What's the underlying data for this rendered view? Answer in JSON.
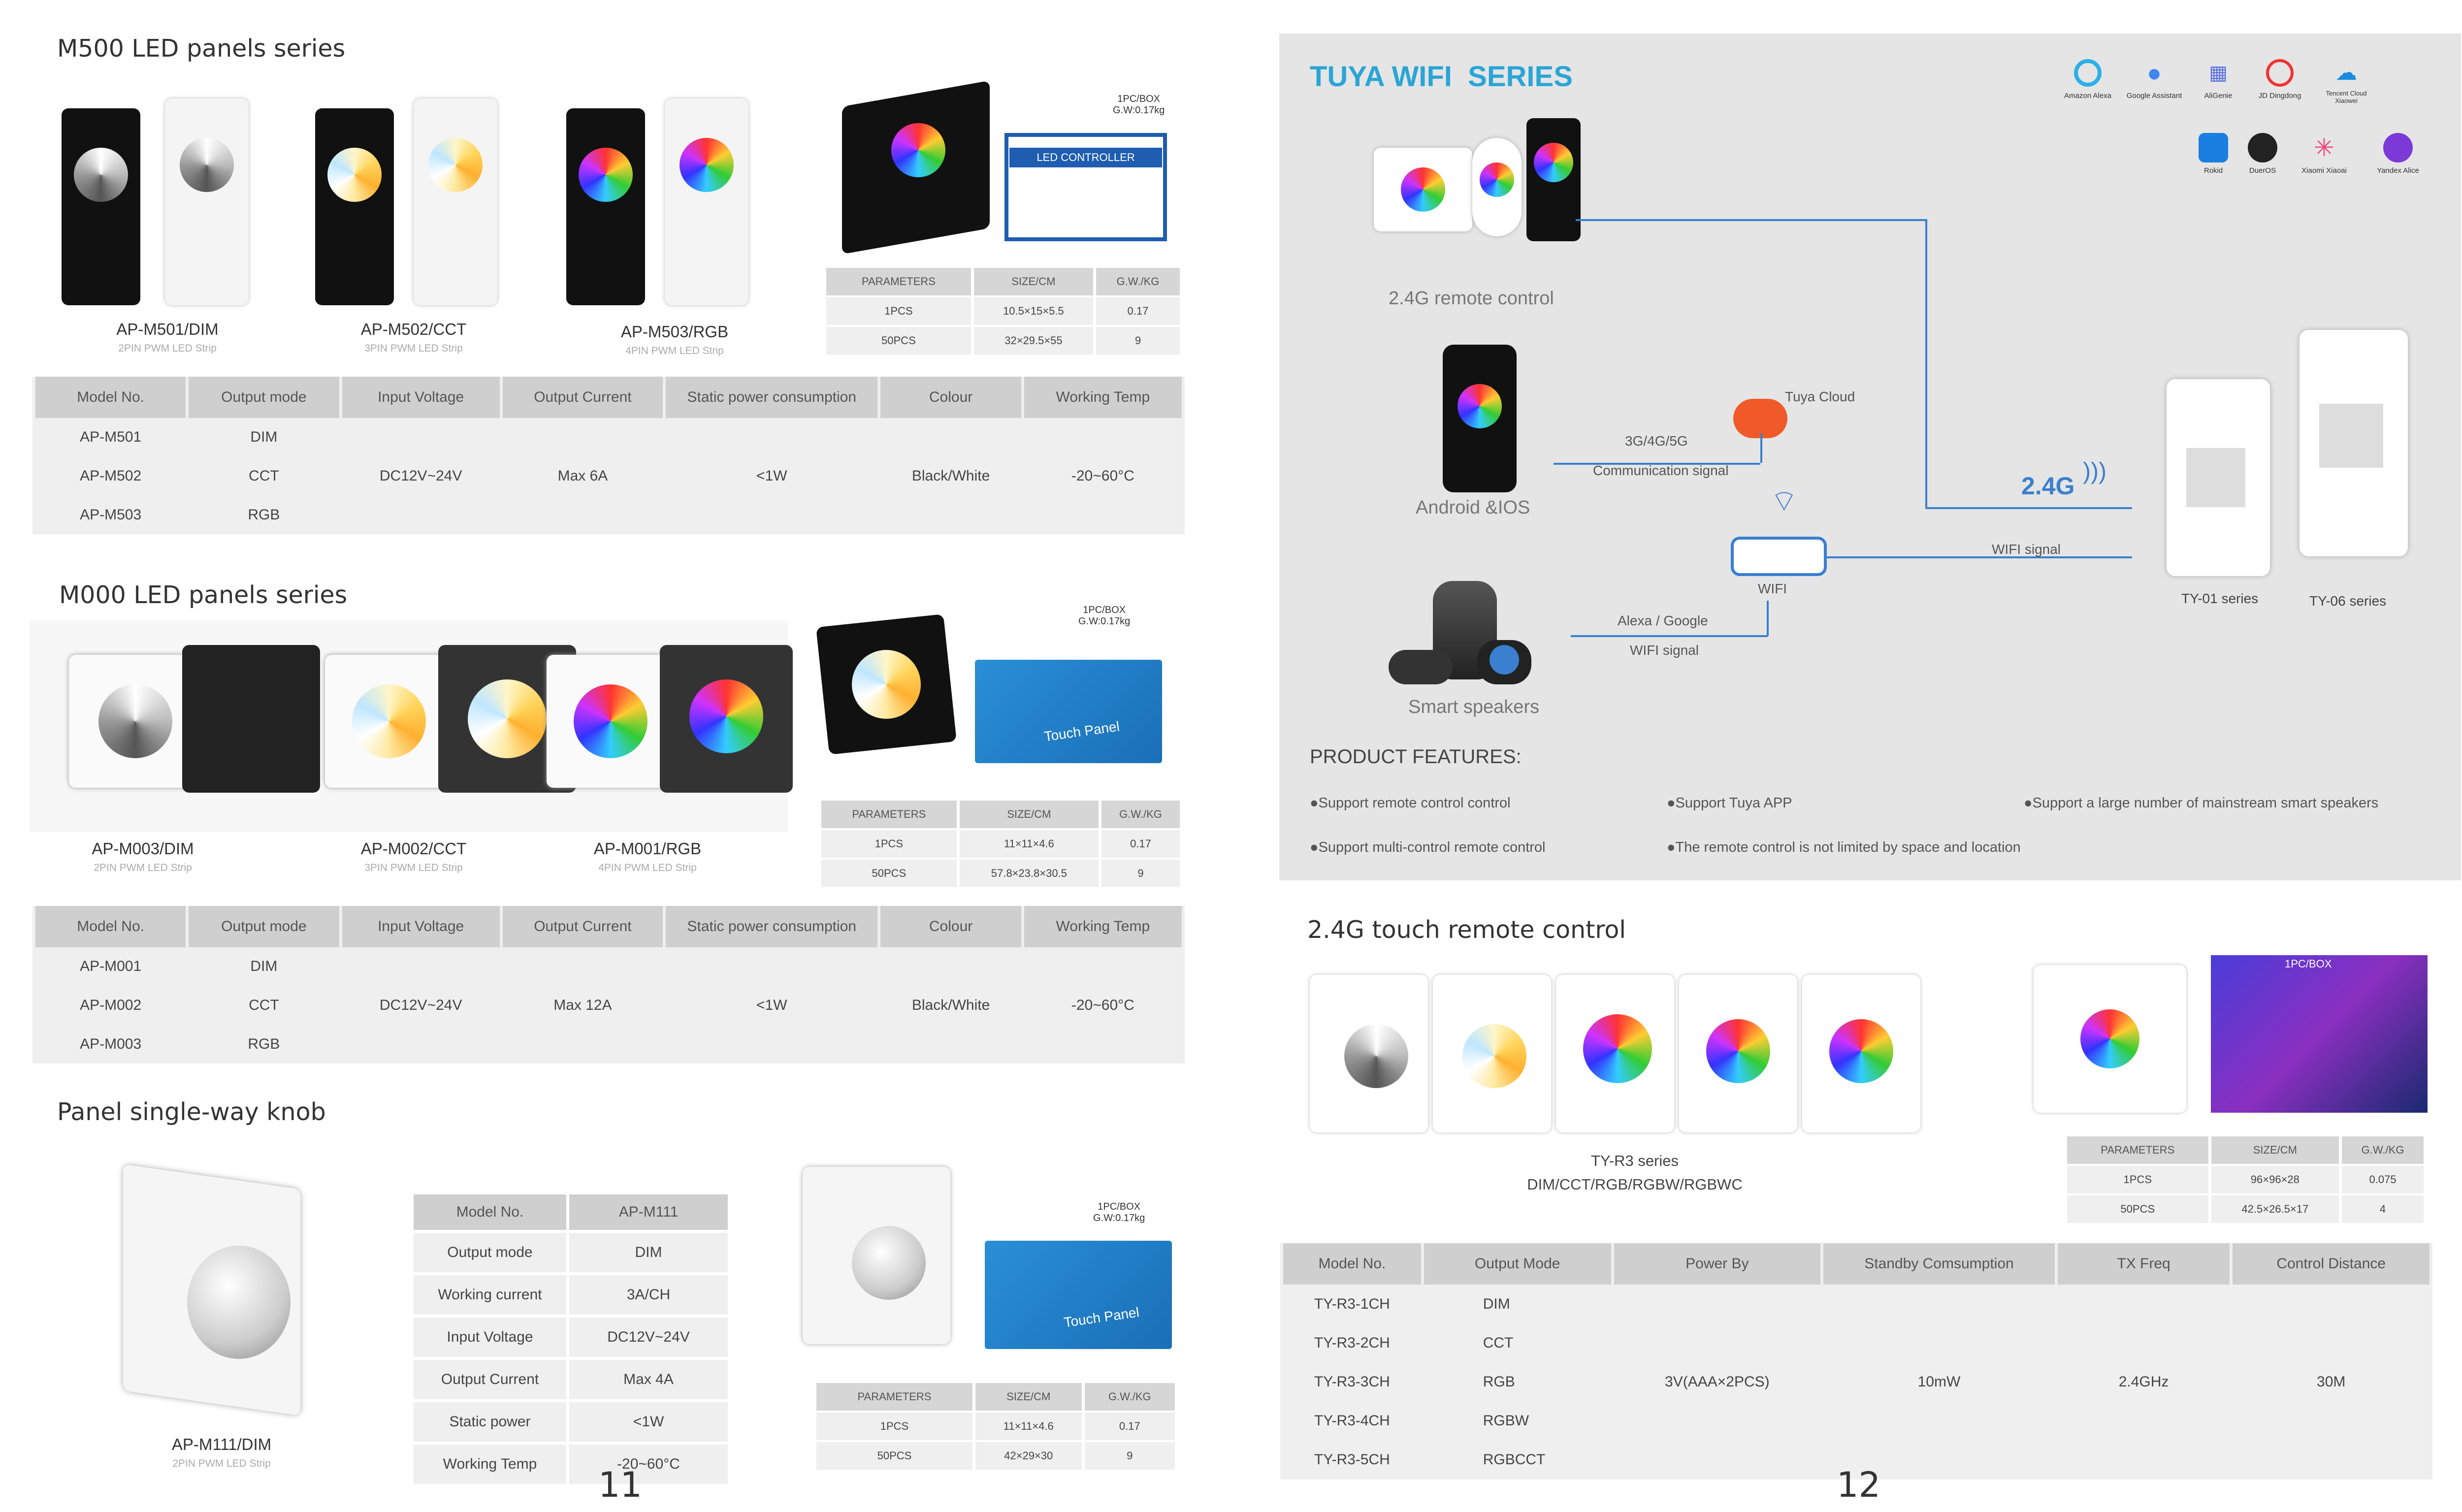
{
  "left": {
    "m500": {
      "title": "M500 LED panels series",
      "products": [
        {
          "model": "AP-M501/DIM",
          "sub": "2PIN PWM LED Strip"
        },
        {
          "model": "AP-M502/CCT",
          "sub": "3PIN PWM LED Strip"
        },
        {
          "model": "AP-M503/RGB",
          "sub": "4PIN PWM LED Strip"
        }
      ],
      "pack": {
        "box": "1PC/BOX",
        "gw": "G.W:0.17kg",
        "box_label": "LED CONTROLLER",
        "headers": [
          "PARAMETERS",
          "SIZE/CM",
          "G.W./KG"
        ],
        "rows": [
          [
            "1PCS",
            "10.5×15×5.5",
            "0.17"
          ],
          [
            "50PCS",
            "32×29.5×55",
            "9"
          ]
        ]
      },
      "spec": {
        "headers": [
          "Model No.",
          "Output mode",
          "Input Voltage",
          "Output Current",
          "Static power consumption",
          "Colour",
          "Working Temp"
        ],
        "models": [
          "AP-M501",
          "AP-M502",
          "AP-M503"
        ],
        "modes": [
          "DIM",
          "CCT",
          "RGB"
        ],
        "voltage": "DC12V~24V",
        "current": "Max 6A",
        "static": "<1W",
        "colour": "Black/White",
        "temp": "-20~60°C"
      }
    },
    "m000": {
      "title": "M000 LED panels series",
      "products": [
        {
          "model": "AP-M003/DIM",
          "sub": "2PIN PWM LED Strip"
        },
        {
          "model": "AP-M002/CCT",
          "sub": "3PIN PWM LED Strip"
        },
        {
          "model": "AP-M001/RGB",
          "sub": "4PIN PWM LED Strip"
        }
      ],
      "pack": {
        "box": "1PC/BOX",
        "gw": "G.W:0.17kg",
        "box_label": "Touch Panel",
        "headers": [
          "PARAMETERS",
          "SIZE/CM",
          "G.W./KG"
        ],
        "rows": [
          [
            "1PCS",
            "11×11×4.6",
            "0.17"
          ],
          [
            "50PCS",
            "57.8×23.8×30.5",
            "9"
          ]
        ]
      },
      "spec": {
        "headers": [
          "Model No.",
          "Output mode",
          "Input Voltage",
          "Output Current",
          "Static power consumption",
          "Colour",
          "Working Temp"
        ],
        "models": [
          "AP-M001",
          "AP-M002",
          "AP-M003"
        ],
        "modes": [
          "DIM",
          "CCT",
          "RGB"
        ],
        "voltage": "DC12V~24V",
        "current": "Max 12A",
        "static": "<1W",
        "colour": "Black/White",
        "temp": "-20~60°C"
      }
    },
    "knob": {
      "title": "Panel single-way knob",
      "model": "AP-M111/DIM",
      "sub": "2PIN PWM LED Strip",
      "rows": [
        [
          "Model No.",
          "AP-M111"
        ],
        [
          "Output mode",
          "DIM"
        ],
        [
          "Working current",
          "3A/CH"
        ],
        [
          "Input Voltage",
          "DC12V~24V"
        ],
        [
          "Output Current",
          "Max 4A"
        ],
        [
          "Static power",
          "<1W"
        ],
        [
          "Working Temp",
          "-20~60°C"
        ]
      ],
      "pack": {
        "box": "1PC/BOX",
        "gw": "G.W:0.17kg",
        "box_label": "Touch Panel",
        "headers": [
          "PARAMETERS",
          "SIZE/CM",
          "G.W./KG"
        ],
        "rows": [
          [
            "1PCS",
            "11×11×4.6",
            "0.17"
          ],
          [
            "50PCS",
            "42×29×30",
            "9"
          ]
        ]
      }
    },
    "page_number": "11"
  },
  "right": {
    "wifi": {
      "title": "TUYA WIFI  SERIES",
      "assistants": [
        "Amazon Alexa",
        "Google Assistant",
        "AliGenie",
        "JD Dingdong",
        "Tencent Cloud Xiaowei",
        "Rokid",
        "DuerOS",
        "Xiaomi Xiaoai",
        "Yandex Alice"
      ],
      "remote_label": "2.4G remote control",
      "phone_label": "Android &IOS",
      "speaker_label": "Smart speakers",
      "cloud_label": "Tuya Cloud",
      "signal_3g": "3G/4G/5G",
      "signal_comm": "Communication signal",
      "alexa_google": "Alexa / Google",
      "wifi_signal": "WIFI signal",
      "wifi_signal2": "WIFI signal",
      "wifi_label": "WIFI",
      "freq_label": "2.4G",
      "ty01": "TY-01 series",
      "ty06": "TY-06 series",
      "features_title": "PRODUCT FEATURES:",
      "features": [
        "●Support remote control control",
        "●Support Tuya APP",
        "●Support a large number of mainstream smart speakers",
        "●Support multi-control remote control",
        "●The remote control is not limited by space and location"
      ]
    },
    "remote": {
      "title": "2.4G touch remote control",
      "series": "TY-R3 series",
      "variants": "DIM/CCT/RGB/RGBW/RGBWC",
      "pack": {
        "box": "1PC/BOX",
        "headers": [
          "PARAMETERS",
          "SIZE/CM",
          "G.W./KG"
        ],
        "rows": [
          [
            "1PCS",
            "96×96×28",
            "0.075"
          ],
          [
            "50PCS",
            "42.5×26.5×17",
            "4"
          ]
        ]
      },
      "spec": {
        "headers": [
          "Model No.",
          "Output Mode",
          "Power By",
          "Standby Comsumption",
          "TX Freq",
          "Control Distance"
        ],
        "models": [
          "TY-R3-1CH",
          "TY-R3-2CH",
          "TY-R3-3CH",
          "TY-R3-4CH",
          "TY-R3-5CH"
        ],
        "modes": [
          "DIM",
          "CCT",
          "RGB",
          "RGBW",
          "RGBCCT"
        ],
        "power": "3V(AAA×2PCS)",
        "standby": "10mW",
        "freq": "2.4GHz",
        "distance": "30M"
      }
    },
    "page_number": "12"
  }
}
